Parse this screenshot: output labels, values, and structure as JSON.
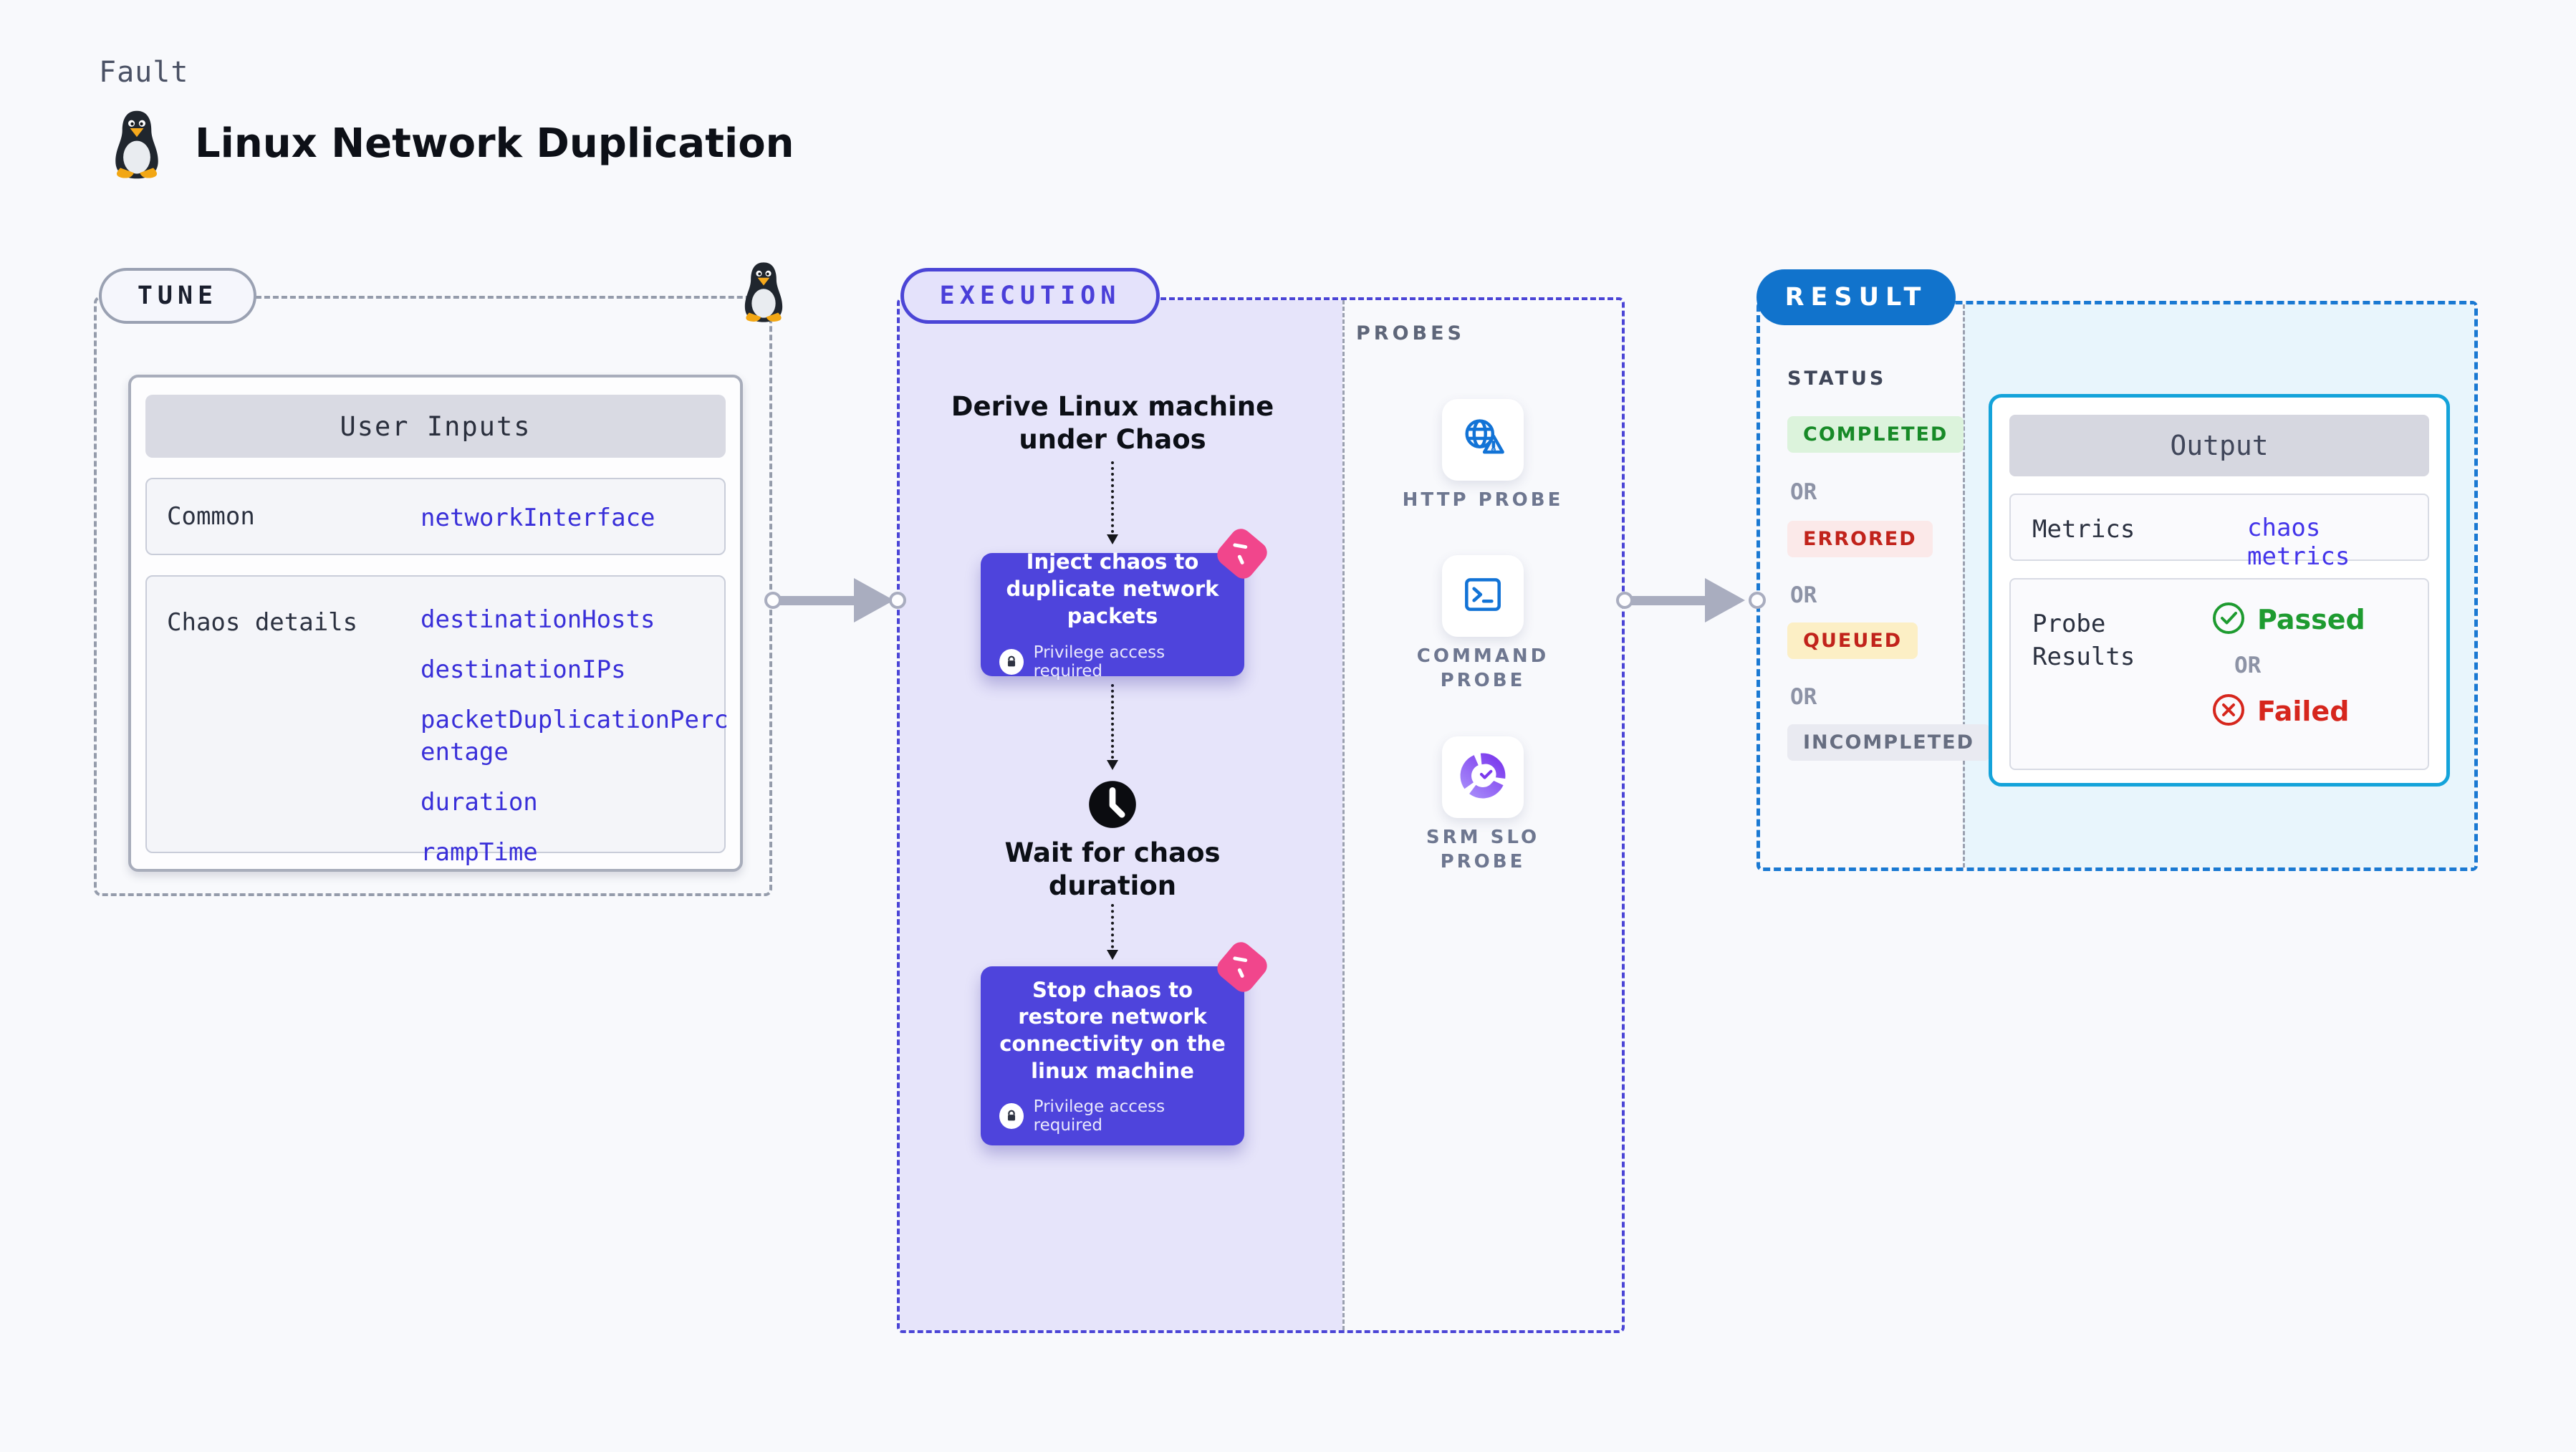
{
  "header": {
    "eyebrow": "Fault",
    "title": "Linux Network Duplication",
    "icon": "tux-penguin-icon"
  },
  "tune": {
    "label": "TUNE",
    "corner_icon": "tux-penguin-icon",
    "user_inputs": {
      "title": "User Inputs",
      "rows": [
        {
          "label": "Common",
          "values": [
            "networkInterface"
          ]
        },
        {
          "label": "Chaos details",
          "values": [
            "destinationHosts",
            "destinationIPs",
            "packetDuplicationPercentage",
            "duration",
            "rampTime"
          ]
        }
      ]
    }
  },
  "execution": {
    "label": "EXECUTION",
    "steps": [
      {
        "text": "Derive Linux machine under Chaos"
      },
      {
        "text": "Inject chaos to duplicate network packets",
        "badge": "Privilege access required",
        "icon": "chaos-hexagon-icon"
      },
      {
        "text": "Wait for chaos duration",
        "icon": "clock-icon"
      },
      {
        "text": "Stop chaos to restore network connectivity on the linux machine",
        "badge": "Privilege access required",
        "icon": "chaos-hexagon-icon"
      }
    ],
    "probes": {
      "label": "PROBES",
      "items": [
        {
          "name": "HTTP PROBE",
          "icon": "globe-alert-icon"
        },
        {
          "name": "COMMAND PROBE",
          "icon": "terminal-icon"
        },
        {
          "name": "SRM SLO PROBE",
          "icon": "slo-donut-check-icon"
        }
      ]
    }
  },
  "result": {
    "label": "RESULT",
    "status_title": "STATUS",
    "or_label": "OR",
    "statuses": [
      {
        "text": "COMPLETED",
        "fg": "#178a27",
        "bg": "#dcf3dc"
      },
      {
        "text": "ERRORED",
        "fg": "#c1231b",
        "bg": "#fbe9e9"
      },
      {
        "text": "QUEUED",
        "fg": "#c1231b",
        "bg": "#fcefc5"
      },
      {
        "text": "INCOMPLETED",
        "fg": "#666d80",
        "bg": "#e9eaf1"
      }
    ],
    "output": {
      "title": "Output",
      "metrics_label": "Metrics",
      "metrics_value": "chaos metrics",
      "probe_results_label": "Probe Results",
      "passed_label": "Passed",
      "failed_label": "Failed",
      "passed_icon": "check-circle-icon",
      "failed_icon": "x-circle-icon"
    }
  },
  "colors": {
    "page_bg": "#f8f9fc",
    "tune_dash": "#959cab",
    "execution_accent": "#4b45d6",
    "execution_fill": "#e6e4fa",
    "action_box": "#4e44dc",
    "chaos_pink": "#f1468c",
    "result_accent": "#1173cc",
    "result_dash": "#1a79d2",
    "output_border": "#14a3da",
    "output_area_fill": "#e8f5fc",
    "value_blue": "#392fd9",
    "passed_green": "#1e9b30",
    "failed_red": "#d6261d",
    "connector_gray": "#a9adbf"
  }
}
